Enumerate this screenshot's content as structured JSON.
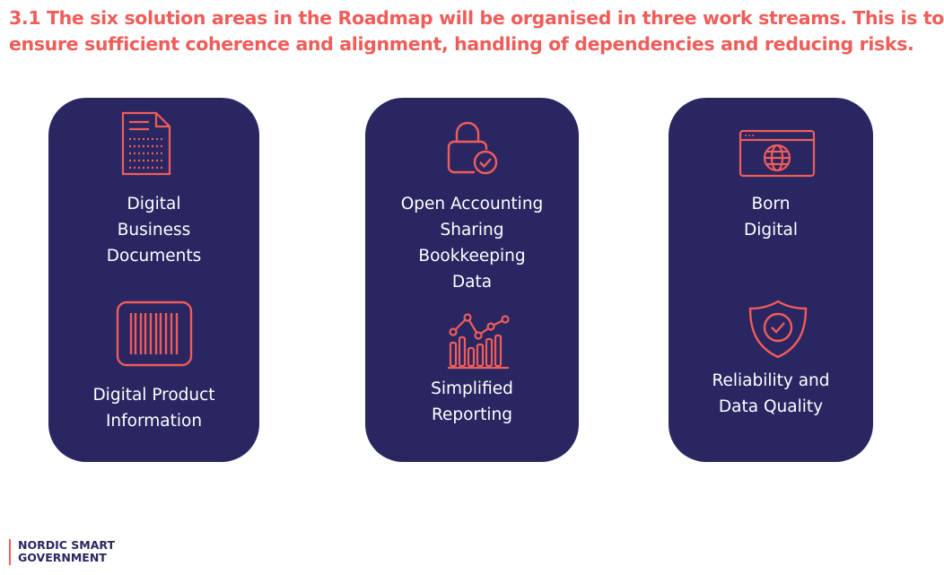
{
  "heading": {
    "line1": "3.1 The six solution areas in the Roadmap will be organised in three work streams. This is to",
    "line2": "ensure sufficient coherence and alignment, handling of dependencies and reducing risks."
  },
  "colors": {
    "accent": "#ef5d59",
    "card_background": "#2a2662",
    "card_text": "#ffffff"
  },
  "work_streams": [
    {
      "areas": [
        {
          "icon": "document-icon",
          "lines": [
            "Digital",
            "Business",
            "Documents"
          ]
        },
        {
          "icon": "barcode-icon",
          "lines": [
            "Digital Product",
            "Information"
          ]
        }
      ]
    },
    {
      "areas": [
        {
          "icon": "padlock-check-icon",
          "lines": [
            "Open Accounting",
            "Sharing",
            "Bookkeeping",
            "Data"
          ]
        },
        {
          "icon": "bar-chart-trend-icon",
          "lines": [
            "Simplified",
            "Reporting"
          ]
        }
      ]
    },
    {
      "areas": [
        {
          "icon": "browser-globe-icon",
          "lines": [
            "Born",
            "Digital"
          ]
        },
        {
          "icon": "shield-check-icon",
          "lines": [
            "Reliability and",
            "Data Quality"
          ]
        }
      ]
    }
  ],
  "logo": {
    "line1": "NORDIC SMART",
    "line2": "GOVERNMENT"
  }
}
